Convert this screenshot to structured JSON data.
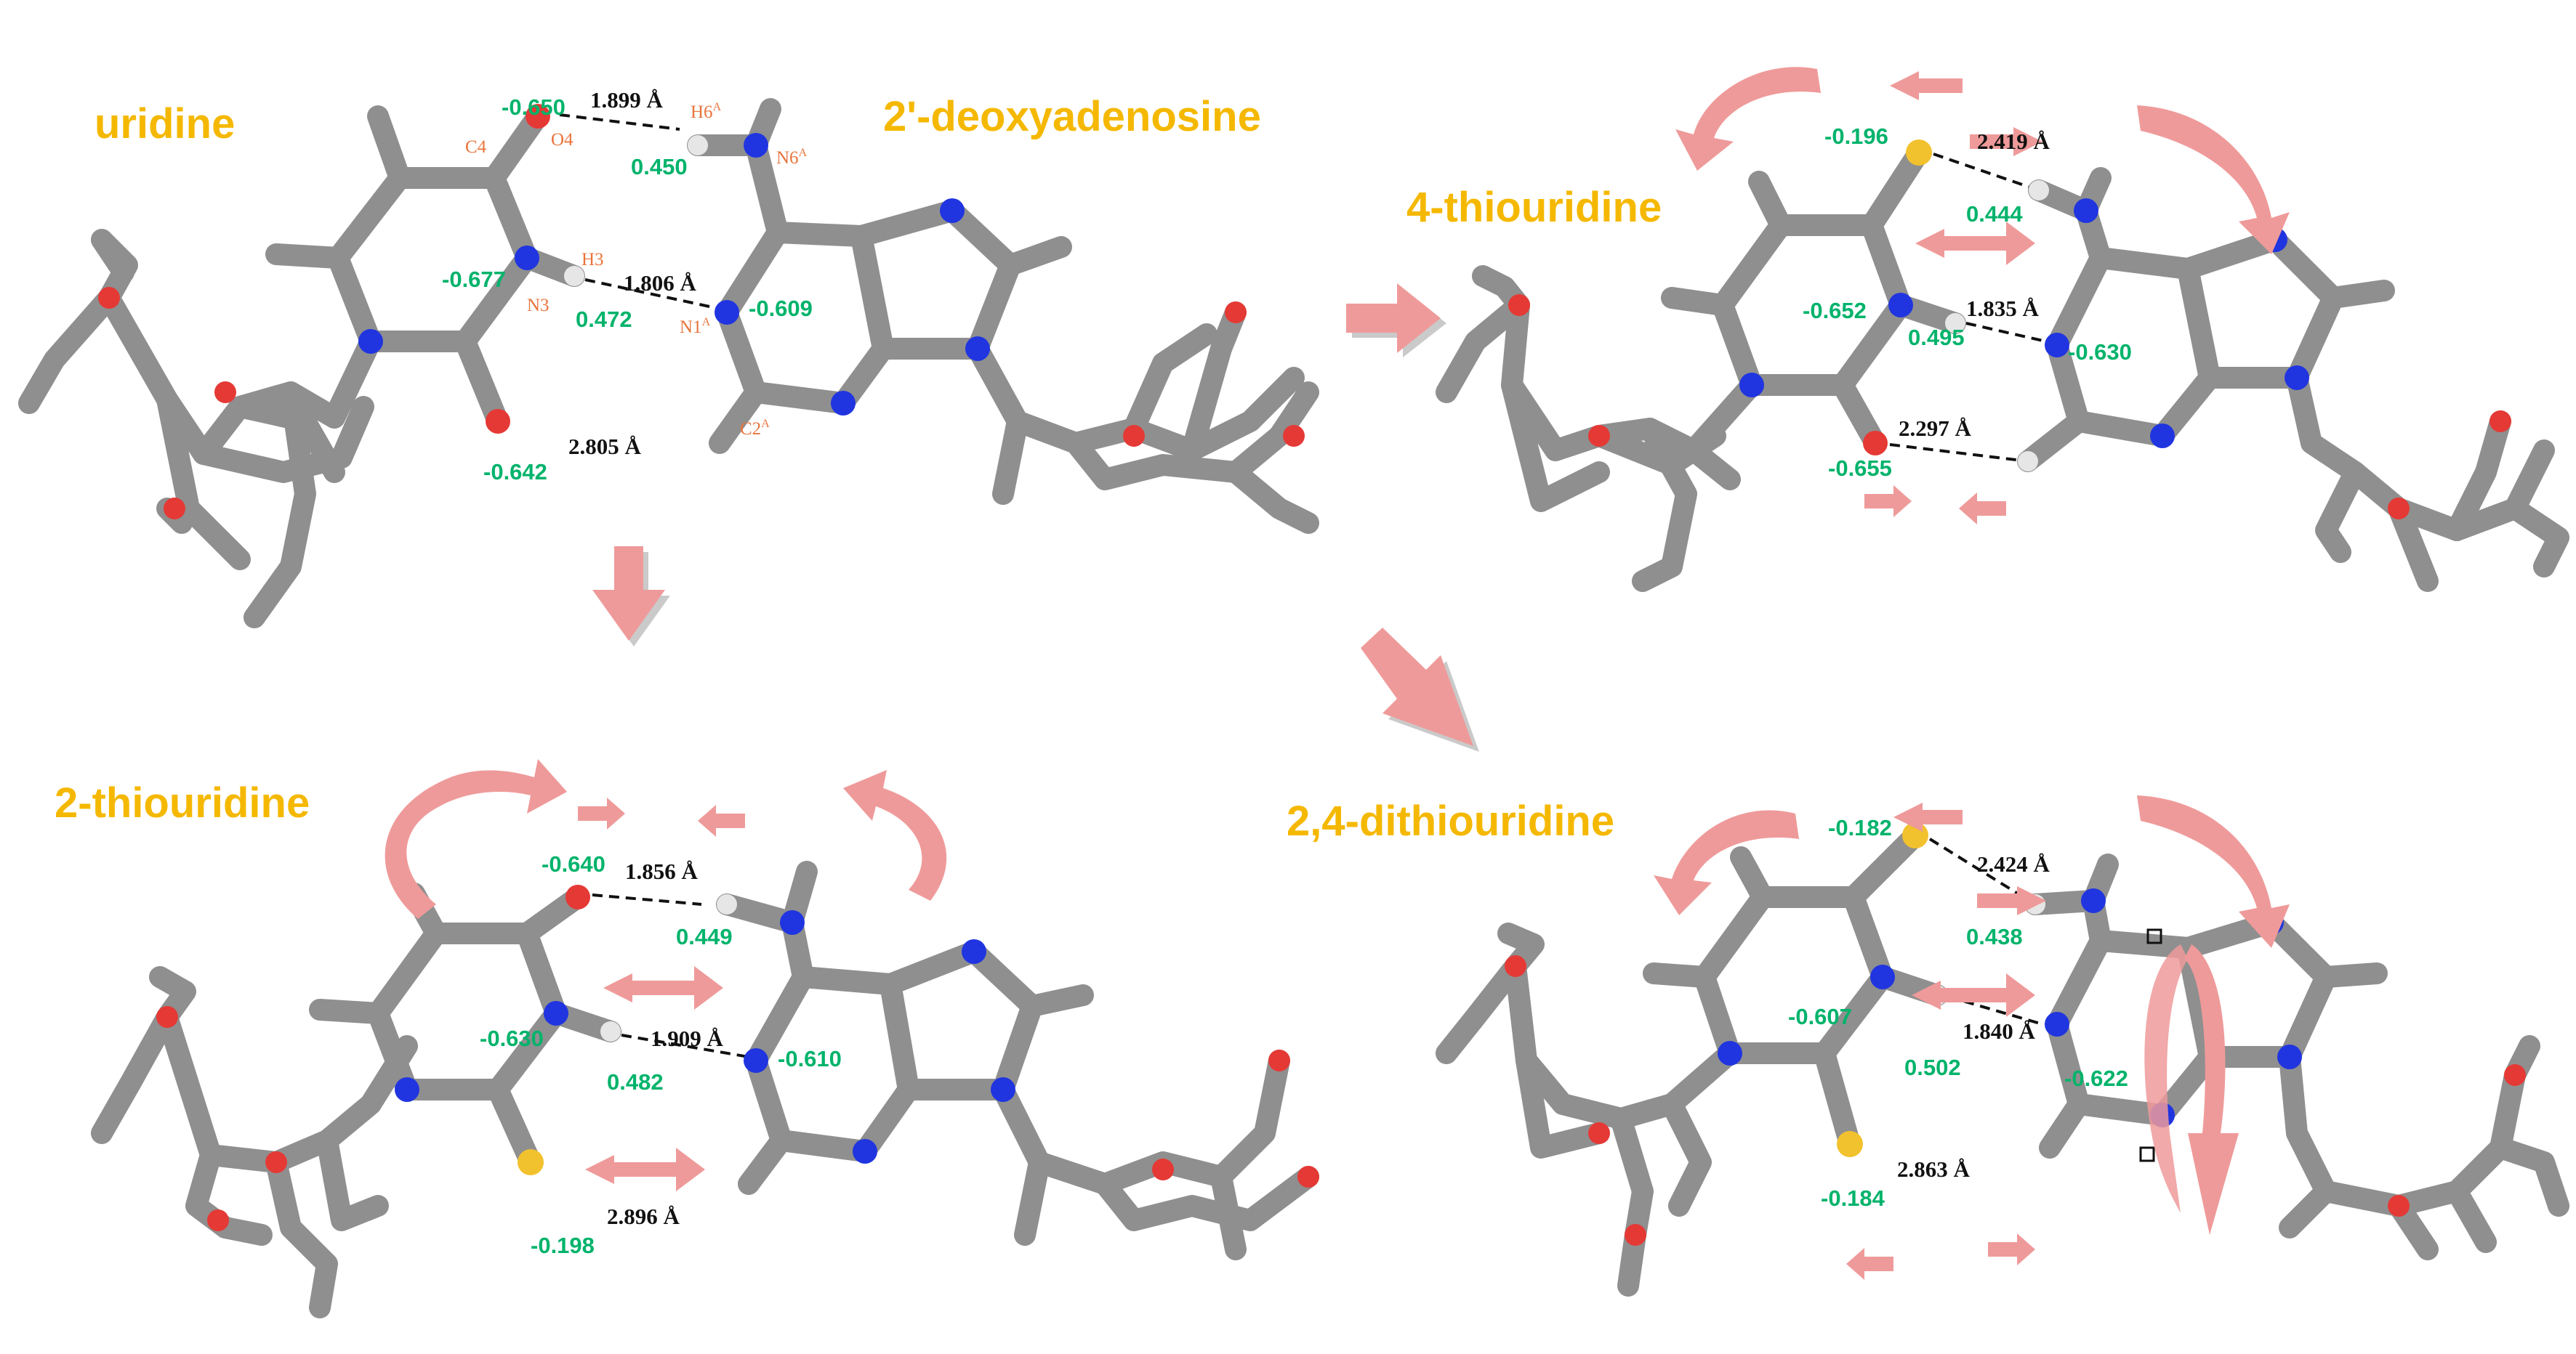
{
  "colors": {
    "title": "#f5b800",
    "charge": "#00b36b",
    "distance": "#111111",
    "atom_label": "#e8743b",
    "carbon": "#8f8f8f",
    "oxygen": "#e53935",
    "nitrogen": "#2035e0",
    "sulfur": "#f2c12e",
    "hydrogen": "#e6e6e6",
    "arrow": "#ef9a9a"
  },
  "panels": {
    "uridine": {
      "title_left": "uridine",
      "title_right": "2'-deoxyadenosine",
      "atoms": {
        "c4": "C4",
        "o4": "O4",
        "n3": "N3",
        "h3": "H3",
        "h6a": "H6",
        "h6a_sup": "A",
        "n6a": "N6",
        "n6a_sup": "A",
        "n1a": "N1",
        "n1a_sup": "A",
        "c2a": "C2",
        "c2a_sup": "A"
      },
      "charges": {
        "o4": "-0.650",
        "h6": "0.450",
        "n3": "-0.677",
        "h3": "0.472",
        "n1": "-0.609",
        "o2": "-0.642"
      },
      "distances": {
        "o4_h6": "1.899 Å",
        "h3_n1": "1.806 Å",
        "o2_c2": "2.805 Å"
      }
    },
    "thio4": {
      "title": "4-thiouridine",
      "charges": {
        "s4": "-0.196",
        "h6": "0.444",
        "n3": "-0.652",
        "h3": "0.495",
        "n1": "-0.630",
        "o2": "-0.655"
      },
      "distances": {
        "s4_h6": "2.419 Å",
        "h3_n1": "1.835 Å",
        "o2_h2": "2.297 Å"
      }
    },
    "thio2": {
      "title": "2-thiouridine",
      "charges": {
        "o4": "-0.640",
        "h6": "0.449",
        "n3": "-0.630",
        "h3": "0.482",
        "n1": "-0.610",
        "s2": "-0.198"
      },
      "distances": {
        "o4_h6": "1.856 Å",
        "h3_n1": "1.909 Å",
        "s2_c2": "2.896 Å"
      }
    },
    "dithio": {
      "title": "2,4-dithiouridine",
      "charges": {
        "s4": "-0.182",
        "h6": "0.438",
        "n3": "-0.607",
        "h3": "0.502",
        "n1": "-0.622",
        "s2": "-0.184"
      },
      "distances": {
        "s4_h6": "2.424 Å",
        "h3_n1": "1.840 Å",
        "s2_c2": "2.863 Å"
      }
    }
  }
}
